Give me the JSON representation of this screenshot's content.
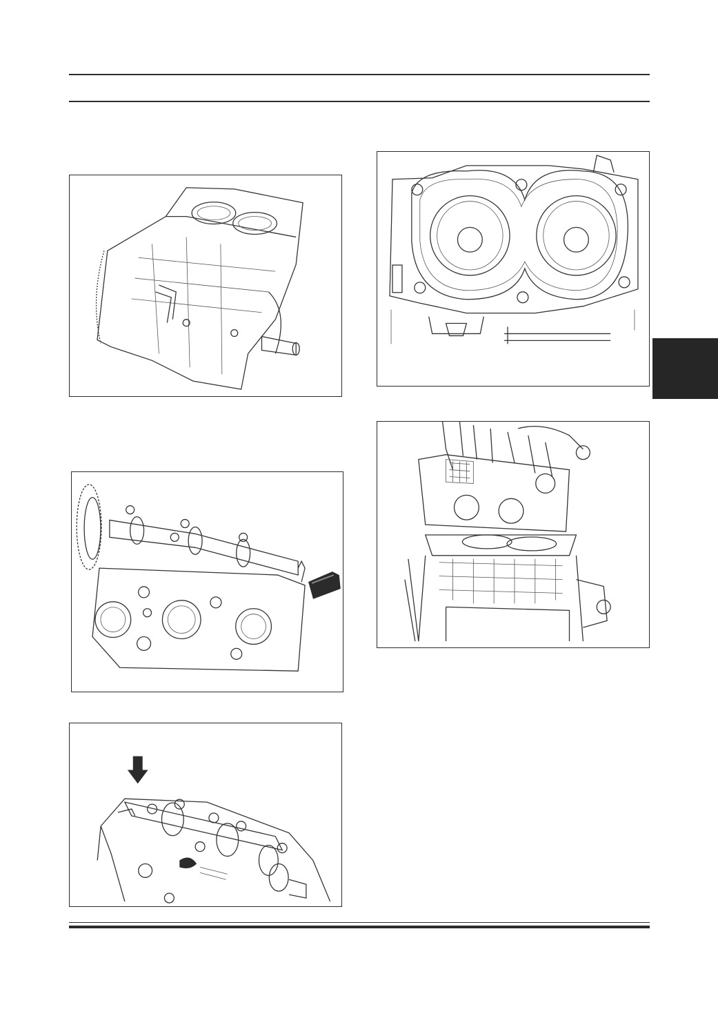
{
  "page": {
    "background": "#ffffff",
    "rule_color": "#2a2a2a",
    "tab_color": "#262626"
  },
  "figures": [
    {
      "id": "fig-1",
      "icon": "engine-block-illustration"
    },
    {
      "id": "fig-2",
      "icon": "cylinder-head-gasket-illustration"
    },
    {
      "id": "fig-3",
      "icon": "cylinder-head-camshaft-illustration"
    },
    {
      "id": "fig-4",
      "icon": "cylinder-head-installation-illustration"
    },
    {
      "id": "fig-5",
      "icon": "camshaft-cap-arrow-illustration"
    }
  ]
}
